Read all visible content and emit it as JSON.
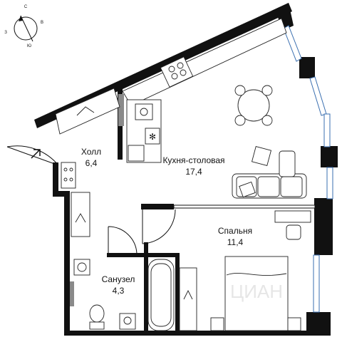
{
  "compass": {
    "north": "С",
    "east": "В",
    "south": "Ю",
    "west": "З"
  },
  "rooms": [
    {
      "name": "Холл",
      "area": "6,4"
    },
    {
      "name": "Кухня-столовая",
      "area": "17,4"
    },
    {
      "name": "Спальня",
      "area": "11,4"
    },
    {
      "name": "Санузел",
      "area": "4,3"
    }
  ],
  "watermark": "ЦИАН"
}
